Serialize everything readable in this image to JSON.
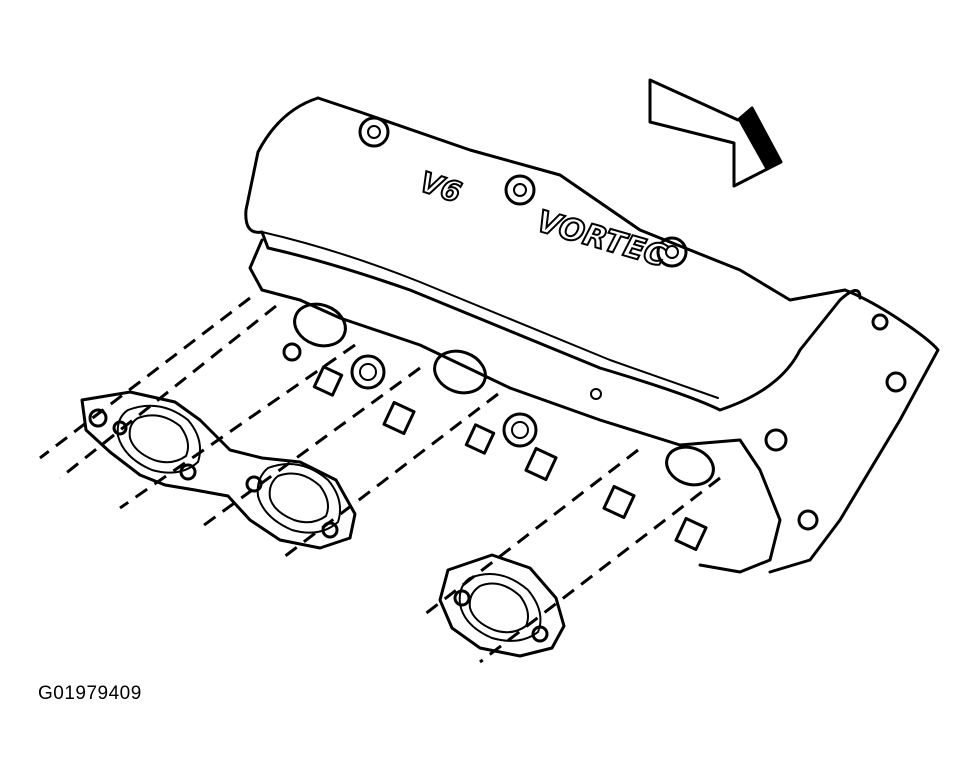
{
  "diagram": {
    "figure_id": "G01979409",
    "emboss_left": "V6",
    "emboss_right": "VORTEC"
  }
}
